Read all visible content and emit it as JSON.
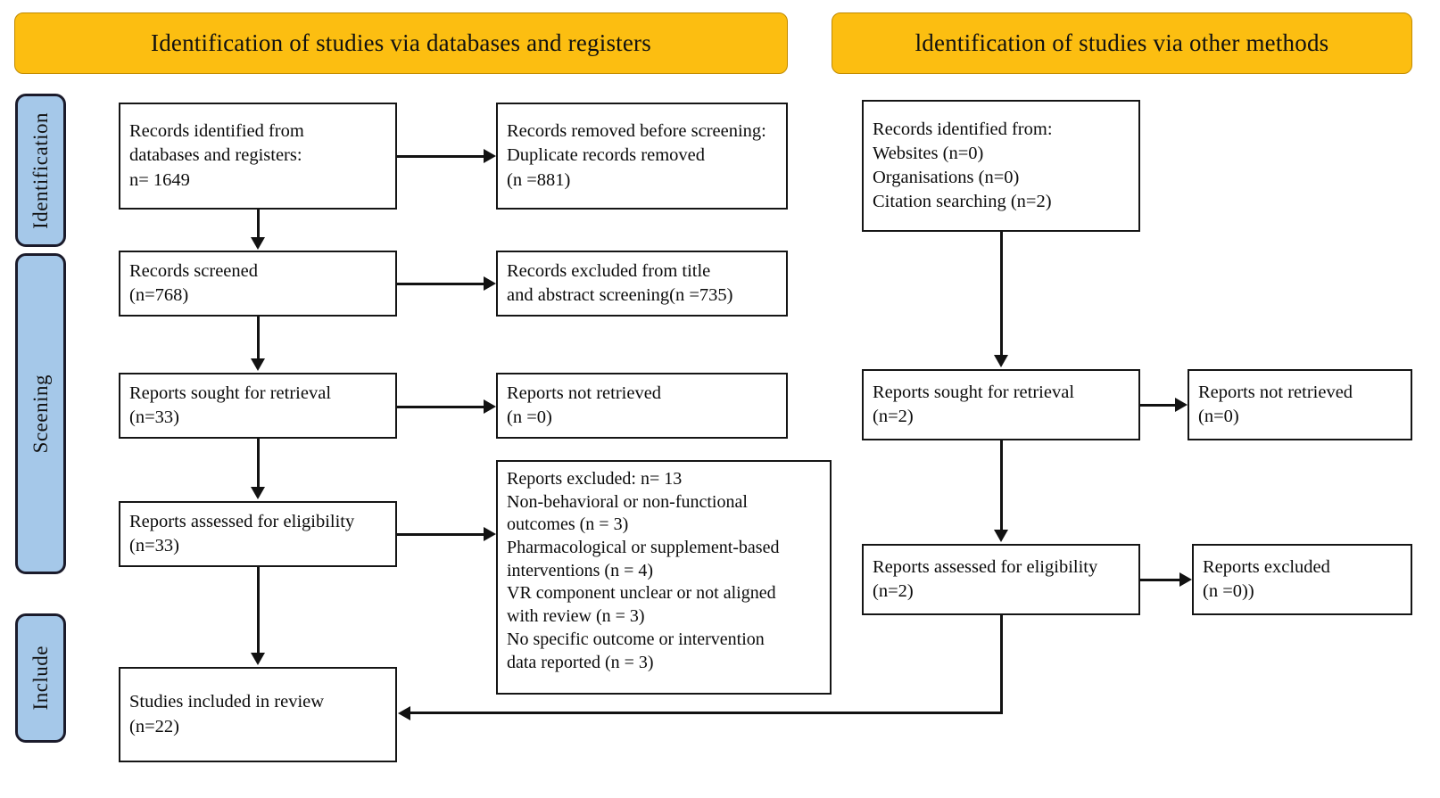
{
  "diagram": {
    "title": "PRISMA 2020 flow diagram",
    "colors": {
      "banner_fill": "#FCBE11",
      "phase_fill": "#A5C8E9",
      "box_border": "#151515",
      "connector": "#121212"
    }
  },
  "banners": {
    "left": "Identification of studies via databases and registers",
    "right": "ldentification of studies via other methods"
  },
  "phases": {
    "identification": "Identification",
    "screening": "Sceening",
    "included": "Include"
  },
  "left_column": {
    "records_identified": "Records identified from\ndatabases and registers:\nn= 1649",
    "records_removed": "Records removed before screening:\nDuplicate records removed\n(n =881)",
    "records_screened": "Records screened\n(n=768)",
    "records_excluded": "Records excluded from title\nand abstract screening(n =735)",
    "reports_sought": "Reports sought for retrieval\n(n=33)",
    "reports_not_retrieved": "Reports not retrieved\n(n =0)",
    "reports_assessed": "Reports assessed for eligibility\n(n=33)",
    "reports_excluded": "Reports excluded: n= 13\nNon-behavioral or non-functional\noutcomes (n = 3)\nPharmacological or supplement-based\ninterventions (n = 4)\nVR component unclear or not aligned\nwith review (n = 3)\nNo specific outcome or intervention\ndata reported (n = 3)",
    "studies_included": "Studies included in review\n(n=22)"
  },
  "right_column": {
    "records_identified": "Records identified from:\n  Websites (n=0)\n  Organisations (n=0)\n  Citation searching (n=2)",
    "reports_sought": "Reports sought for retrieval\n(n=2)",
    "reports_not_retrieved": "Reports not retrieved\n(n=0)",
    "reports_assessed": "Reports assessed for eligibility\n(n=2)",
    "reports_excluded": "Reports excluded\n(n =0))"
  },
  "chart_data": {
    "type": "diagram",
    "subtype": "prisma-flow",
    "nodes": [
      {
        "id": "db_identified",
        "label": "Records identified from databases and registers",
        "n": 1649,
        "column": "databases",
        "stage": "identification"
      },
      {
        "id": "db_removed",
        "label": "Records removed before screening: Duplicate records removed",
        "n": 881,
        "column": "databases",
        "stage": "identification"
      },
      {
        "id": "db_screened",
        "label": "Records screened",
        "n": 768,
        "column": "databases",
        "stage": "screening"
      },
      {
        "id": "db_excluded_ta",
        "label": "Records excluded from title and abstract screening",
        "n": 735,
        "column": "databases",
        "stage": "screening"
      },
      {
        "id": "db_sought",
        "label": "Reports sought for retrieval",
        "n": 33,
        "column": "databases",
        "stage": "screening"
      },
      {
        "id": "db_not_retrieved",
        "label": "Reports not retrieved",
        "n": 0,
        "column": "databases",
        "stage": "screening"
      },
      {
        "id": "db_assessed",
        "label": "Reports assessed for eligibility",
        "n": 33,
        "column": "databases",
        "stage": "screening"
      },
      {
        "id": "db_excluded",
        "label": "Reports excluded",
        "n": 13,
        "column": "databases",
        "stage": "screening",
        "reasons": [
          {
            "reason": "Non-behavioral or non-functional outcomes",
            "n": 3
          },
          {
            "reason": "Pharmacological or supplement-based interventions",
            "n": 4
          },
          {
            "reason": "VR component unclear or not aligned with review",
            "n": 3
          },
          {
            "reason": "No specific outcome or intervention data reported",
            "n": 3
          }
        ]
      },
      {
        "id": "included",
        "label": "Studies included in review",
        "n": 22,
        "column": "databases",
        "stage": "included"
      },
      {
        "id": "other_identified",
        "label": "Records identified from",
        "column": "other",
        "stage": "identification",
        "sources": [
          {
            "source": "Websites",
            "n": 0
          },
          {
            "source": "Organisations",
            "n": 0
          },
          {
            "source": "Citation searching",
            "n": 2
          }
        ]
      },
      {
        "id": "other_sought",
        "label": "Reports sought for retrieval",
        "n": 2,
        "column": "other",
        "stage": "screening"
      },
      {
        "id": "other_not_retrieved",
        "label": "Reports not retrieved",
        "n": 0,
        "column": "other",
        "stage": "screening"
      },
      {
        "id": "other_assessed",
        "label": "Reports assessed for eligibility",
        "n": 2,
        "column": "other",
        "stage": "screening"
      },
      {
        "id": "other_excluded",
        "label": "Reports excluded",
        "n": 0,
        "column": "other",
        "stage": "screening"
      }
    ],
    "edges": [
      {
        "from": "db_identified",
        "to": "db_removed"
      },
      {
        "from": "db_identified",
        "to": "db_screened"
      },
      {
        "from": "db_screened",
        "to": "db_excluded_ta"
      },
      {
        "from": "db_screened",
        "to": "db_sought"
      },
      {
        "from": "db_sought",
        "to": "db_not_retrieved"
      },
      {
        "from": "db_sought",
        "to": "db_assessed"
      },
      {
        "from": "db_assessed",
        "to": "db_excluded"
      },
      {
        "from": "db_assessed",
        "to": "included"
      },
      {
        "from": "other_identified",
        "to": "other_sought"
      },
      {
        "from": "other_sought",
        "to": "other_not_retrieved"
      },
      {
        "from": "other_sought",
        "to": "other_assessed"
      },
      {
        "from": "other_assessed",
        "to": "other_excluded"
      },
      {
        "from": "other_assessed",
        "to": "included"
      }
    ]
  }
}
